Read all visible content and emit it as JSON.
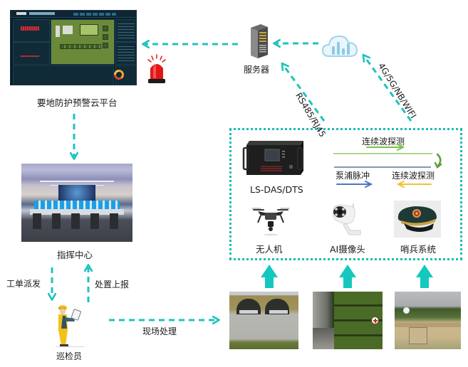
{
  "title": "要地防护预警系统架构图",
  "colors": {
    "accent_teal": "#1fc3bd",
    "arrow_teal": "#14c8c0",
    "continuous_wave_green": "#7cc04a",
    "pump_pulse_blue": "#4a78c2",
    "continuous_wave_yellow": "#f2c12e",
    "fiber_line_blue": "#3b5a8a",
    "loop_arrow_green": "#5aa03a",
    "alarm_red": "#e01818"
  },
  "nodes": {
    "platform": {
      "label": "要地防护预警云平台",
      "icon": "dashboard-screenshot"
    },
    "alarm": {
      "icon": "alarm-light-icon"
    },
    "server": {
      "label": "服务器",
      "icon": "server-rack-icon"
    },
    "cloud": {
      "icon": "cloud-chart-icon"
    },
    "command_center": {
      "label": "指挥中心",
      "icon": "command-room-photo"
    },
    "inspector": {
      "label": "巡检员",
      "icon": "worker-with-tablet-icon"
    }
  },
  "links": {
    "rs485": "RS485/RJ45",
    "wireless": "4G/5G/NB/WIFI",
    "work_order": "工单派发",
    "report": "处置上报",
    "onsite": "现场处理"
  },
  "device_box": {
    "das": {
      "label": "LS-DAS/DTS",
      "icon": "das-rack-device-icon"
    },
    "signals": {
      "forward_wave": "连续波探测",
      "pump_pulse": "泵浦脉冲",
      "backward_wave": "连续波探测"
    },
    "devices": [
      {
        "label": "无人机",
        "icon": "drone-icon"
      },
      {
        "label": "AI摄像头",
        "icon": "ai-camera-icon"
      },
      {
        "label": "哨兵系统",
        "icon": "sentry-cap-icon"
      }
    ]
  },
  "sites": [
    {
      "name": "aircraft-hangar",
      "icon": "hangar-photo"
    },
    {
      "name": "supply-storage",
      "icon": "storage-photo"
    },
    {
      "name": "military-base",
      "icon": "base-photo"
    }
  ]
}
